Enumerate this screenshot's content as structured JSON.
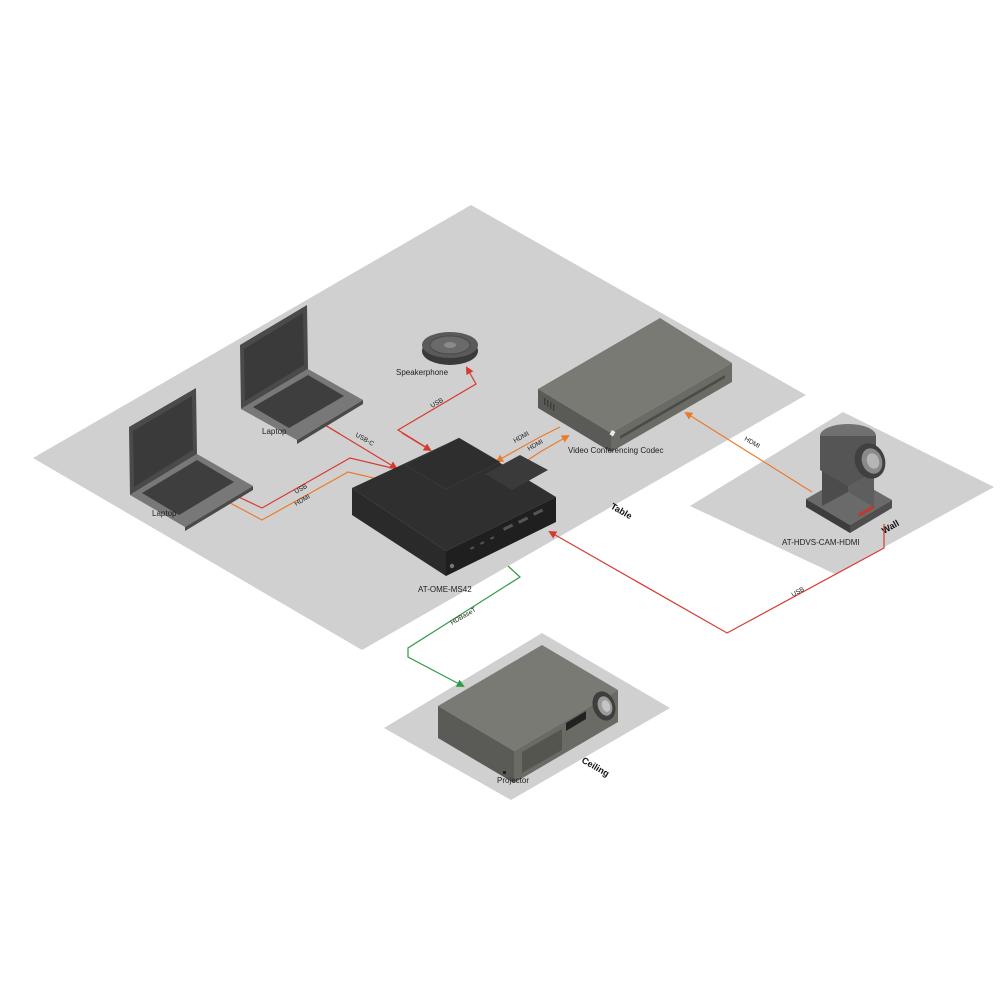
{
  "colors": {
    "zone_fill": "#d0d0d0",
    "usb": "#d63a2f",
    "hdmi": "#ea7b2b",
    "hdbaset": "#2f9b48",
    "hub": "#2a2a2a",
    "device": "#6b6b66",
    "laptop": "#5c5c5c",
    "camera": "#5e5e5e"
  },
  "zones": {
    "table": "Table",
    "wall": "Wall",
    "ceiling": "Ceiling"
  },
  "devices": {
    "hub": "AT-OME-MS42",
    "laptop_left": "Laptop",
    "laptop_top": "Laptop",
    "speakerphone": "Speakerphone",
    "codec": "Video Conferencing Codec",
    "camera": "AT-HDVS-CAM-HDMI",
    "projector": "Projector"
  },
  "cables": {
    "laptop_left_usb": "USB",
    "laptop_left_hdmi": "HDMI",
    "laptop_top_usbc": "USB-C",
    "speakerphone_usb": "USB",
    "codec_hdmi_1": "HDMI",
    "codec_hdmi_2": "HDMI",
    "camera_hdmi": "HDMI",
    "camera_usb": "USB",
    "projector_hdbaset": "HDBaseT"
  }
}
